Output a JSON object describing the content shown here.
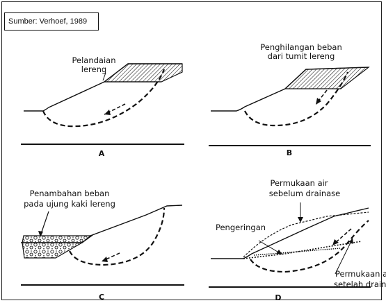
{
  "source": "Sumber: Verhoef, 1989",
  "panels": {
    "a": {
      "letter": "A",
      "label_line1": "Pelandaian",
      "label_line2": "lereng"
    },
    "b": {
      "letter": "B",
      "label_line1": "Penghilangan beban",
      "label_line2": "dari tumit lereng"
    },
    "c": {
      "letter": "C",
      "label_line1": "Penambahan beban",
      "label_line2": "pada ujung kaki lereng"
    },
    "d": {
      "letter": "D",
      "label_top_line1": "Permukaan air",
      "label_top_line2": "sebelum drainase",
      "label_left": "Pengeringan",
      "label_bottom_line1": "Permukaan air",
      "label_bottom_line2": "setelah drainase"
    }
  }
}
